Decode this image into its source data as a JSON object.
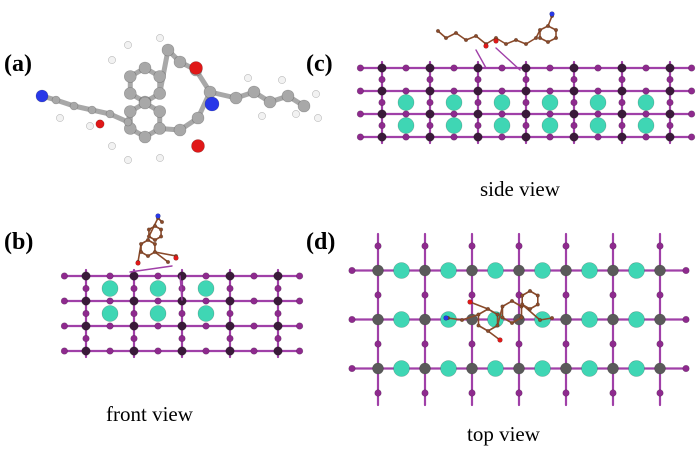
{
  "panels": {
    "a": {
      "label": "(a)"
    },
    "b": {
      "label": "(b)",
      "caption": "front view"
    },
    "c": {
      "label": "(c)",
      "caption": "side view"
    },
    "d": {
      "label": "(d)",
      "caption": "top view"
    }
  },
  "colors": {
    "halide_purple": "#8e2a8e",
    "bond_purple": "#a040a8",
    "lead_dark": "#3a1a3a",
    "cation_teal": "#3fd6b4",
    "lead_grey": "#5a5a5a",
    "molecule_brown": "#8a4a2a",
    "carbon_grey": "#a8a8a8",
    "oxygen_red": "#e01818",
    "nitrogen_blue": "#2838e8",
    "hydrogen_white": "#f2f2f2"
  }
}
